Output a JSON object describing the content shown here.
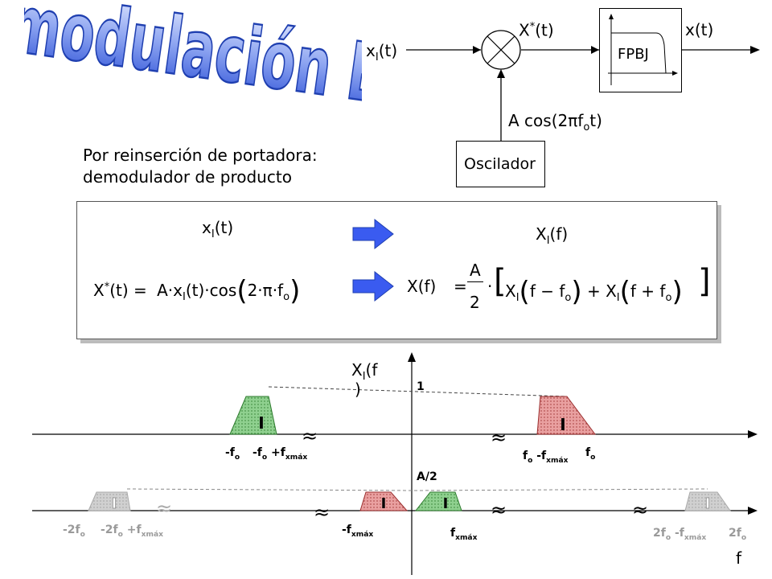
{
  "title": "Demodulación BLU",
  "block_diagram": {
    "input_base": "x",
    "input_sub": "I",
    "input_tail": "(t)",
    "product_base": "X",
    "product_sup": "*",
    "product_tail": "(t)",
    "output": "x(t)",
    "filter_label": "FPBJ",
    "oscillator_label": "Oscilador",
    "carrier_prefix": "A cos(2",
    "carrier_pi": "π",
    "carrier_f": "f",
    "carrier_sub": "o",
    "carrier_tail": "t)"
  },
  "description": {
    "line1": "Por reinserción de portadora:",
    "line2": "demodulador de producto"
  },
  "formulas": {
    "time_base": "x",
    "time_sub": "I",
    "time_tail": "(t)",
    "freq_base": "X",
    "freq_sub": "I",
    "freq_tail": "(f)",
    "eq_left_base": "X",
    "eq_left_sup": "*",
    "eq_left_tail": "(t) =",
    "eq_left_rhs_a": "A·x",
    "eq_left_rhs_sub": "I",
    "eq_left_rhs_b": "(t)·cos",
    "eq_left_rhs_c": "2·π·f",
    "eq_left_rhs_sub2": "o",
    "eq_right_lhs": "X(f)",
    "eq_right_eq": "=",
    "eq_right_num": "A",
    "eq_right_den": "2",
    "eq_right_dot": "·",
    "eq_right_x1": "X",
    "eq_right_s1": "I",
    "eq_right_arg1": "f − f",
    "eq_right_o1": "o",
    "eq_right_plus": "+",
    "eq_right_x2": "X",
    "eq_right_s2": "I",
    "eq_right_arg2": "f + f",
    "eq_right_o2": "o"
  },
  "spectrum": {
    "ylabel_base": "X",
    "ylabel_sub": "I",
    "ylabel_tail": "(f",
    "ylabel_paren": ")",
    "level_top": "1",
    "level_mid": "A/2",
    "block_label": "I",
    "break_mark": "≈",
    "f_axis": "f",
    "top_labels": {
      "a": "-f",
      "a_sub": "o",
      "b": "-f",
      "b_sub": "o",
      "b_tail": " +f",
      "b_sub2": "xmáx",
      "c": "f",
      "c_sub": "o",
      "c_tail": " -f",
      "c_sub2": "xmáx",
      "d": "f",
      "d_sub": "o"
    },
    "bottom_labels": {
      "a": "-2f",
      "a_sub": "o",
      "b": "-2f",
      "b_sub": "o",
      "b_tail": " +f",
      "b_sub2": "xmáx",
      "c": "-f",
      "c_sub": "xmáx",
      "d": "f",
      "d_sub": "xmáx",
      "e": "2f",
      "e_sub": "o",
      "e_tail": " -f",
      "e_sub2": "xmáx",
      "g": "2f",
      "g_sub": "o"
    }
  },
  "colors": {
    "title_fill": "#8aa2f0",
    "title_stroke": "#1f3fb0",
    "arrow_fill": "#3a5bf0",
    "green_block": "#8fd08f",
    "red_block": "#e9a0a0",
    "gray_block": "#c8c8c8"
  }
}
